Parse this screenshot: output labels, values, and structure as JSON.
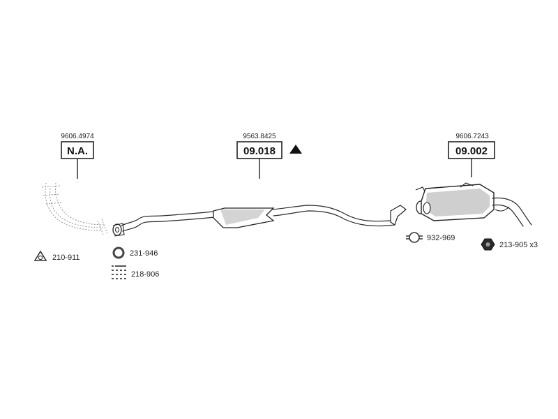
{
  "sections": [
    {
      "ref": "9606.4974",
      "code": "N.A."
    },
    {
      "ref": "9563.8425",
      "code": "09.018"
    },
    {
      "ref": "9606.7243",
      "code": "09.002"
    }
  ],
  "accessories": [
    {
      "label": "210-911",
      "icon": "triangle-gasket-icon"
    },
    {
      "label": "231-946",
      "icon": "ring-gasket-icon"
    },
    {
      "label": "218-906",
      "icon": "bolt-kit-icon"
    },
    {
      "label": "932-969",
      "icon": "pipe-clamp-icon"
    },
    {
      "label": "213-905 x3",
      "icon": "hex-nut-icon"
    }
  ],
  "colors": {
    "line": "#222222",
    "background": "#ffffff"
  }
}
